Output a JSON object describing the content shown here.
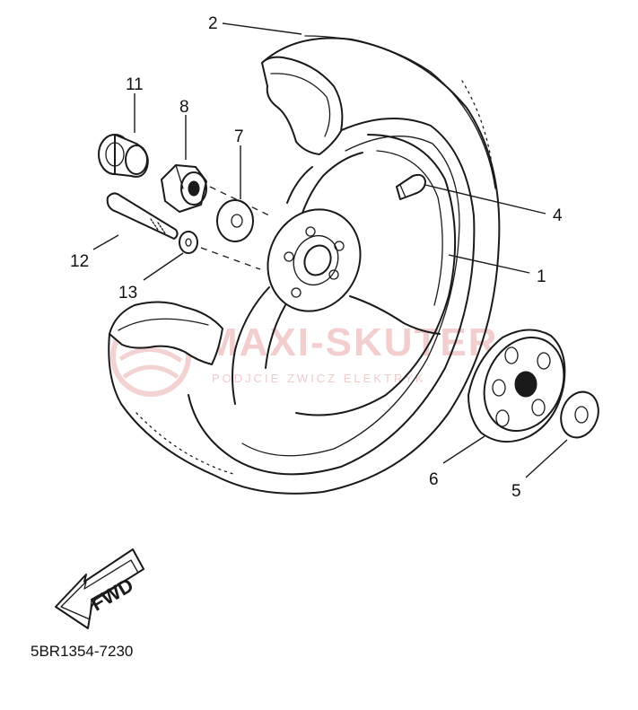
{
  "diagram": {
    "callouts": [
      {
        "id": "1",
        "label": "1"
      },
      {
        "id": "2",
        "label": "2"
      },
      {
        "id": "4",
        "label": "4"
      },
      {
        "id": "5",
        "label": "5"
      },
      {
        "id": "6",
        "label": "6"
      },
      {
        "id": "7",
        "label": "7"
      },
      {
        "id": "8",
        "label": "8"
      },
      {
        "id": "11",
        "label": "11"
      },
      {
        "id": "12",
        "label": "12"
      },
      {
        "id": "13",
        "label": "13"
      }
    ],
    "direction_label": "FWD",
    "reference_code": "5BR1354-7230"
  },
  "watermark": {
    "main": "MAXI-SKUTER",
    "sub": "PODJCIE  ZWICZ  ELEKTRYK",
    "color": "#e9a7a7"
  },
  "colors": {
    "ink": "#1a1a1a",
    "background": "#ffffff"
  }
}
